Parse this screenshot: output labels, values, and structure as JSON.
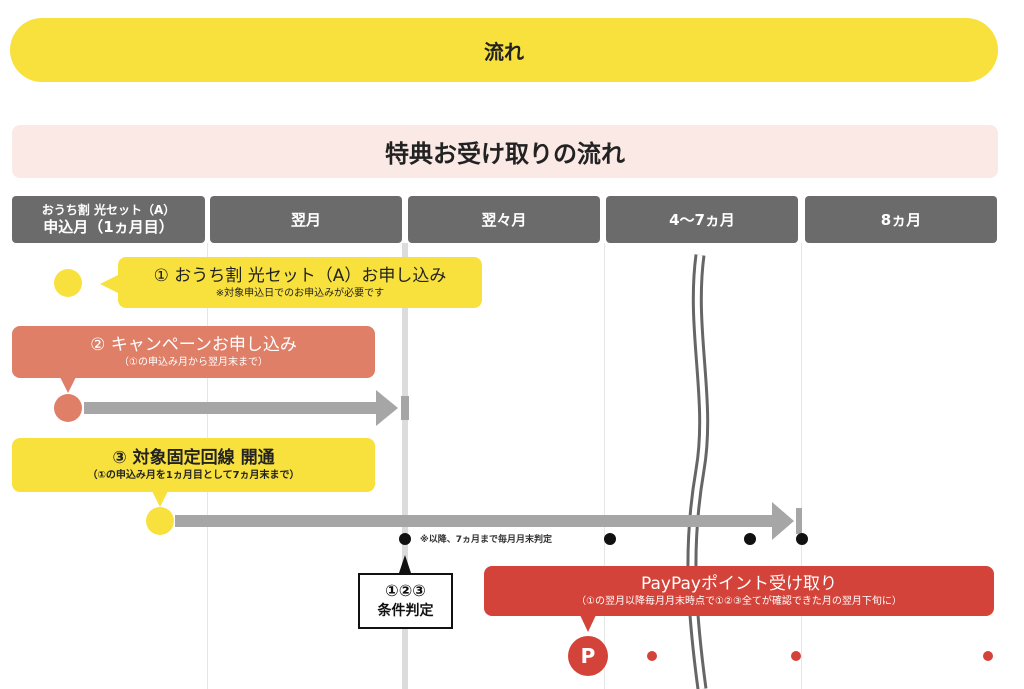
{
  "header": {
    "title": "流れ"
  },
  "section": {
    "title": "特典お受け取りの流れ"
  },
  "columns": [
    {
      "line1": "おうち割 光セット（A）",
      "line2": "申込月（1ヵ月目）"
    },
    {
      "label": "翌月"
    },
    {
      "label": "翌々月"
    },
    {
      "label": "4〜7ヵ月"
    },
    {
      "label": "8ヵ月"
    }
  ],
  "steps": [
    {
      "title": "① おうち割 光セット（A）お申し込み",
      "note": "※対象申込日でのお申込みが必要です"
    },
    {
      "title": "② キャンペーンお申し込み",
      "note": "（①の申込み月から翌月末まで）"
    },
    {
      "title": "③ 対象固定回線 開通",
      "note": "（①の申込み月を1ヵ月目として7ヵ月末まで）"
    }
  ],
  "judgement": {
    "numbers": "①②③",
    "label": "条件判定",
    "note": "※以降、7ヵ月まで毎月月末判定"
  },
  "paypay": {
    "title": "PayPayポイント受け取り",
    "note": "（①の翌月以降毎月月末時点で①②③全てが確認できた月の翌月下旬に）",
    "icon_letter": "P"
  },
  "colors": {
    "yellow": "#f8e13d",
    "orange": "#df7f68",
    "red": "#d4433a",
    "gray": "#6b6b6b",
    "arrow": "#a6a6a6"
  }
}
